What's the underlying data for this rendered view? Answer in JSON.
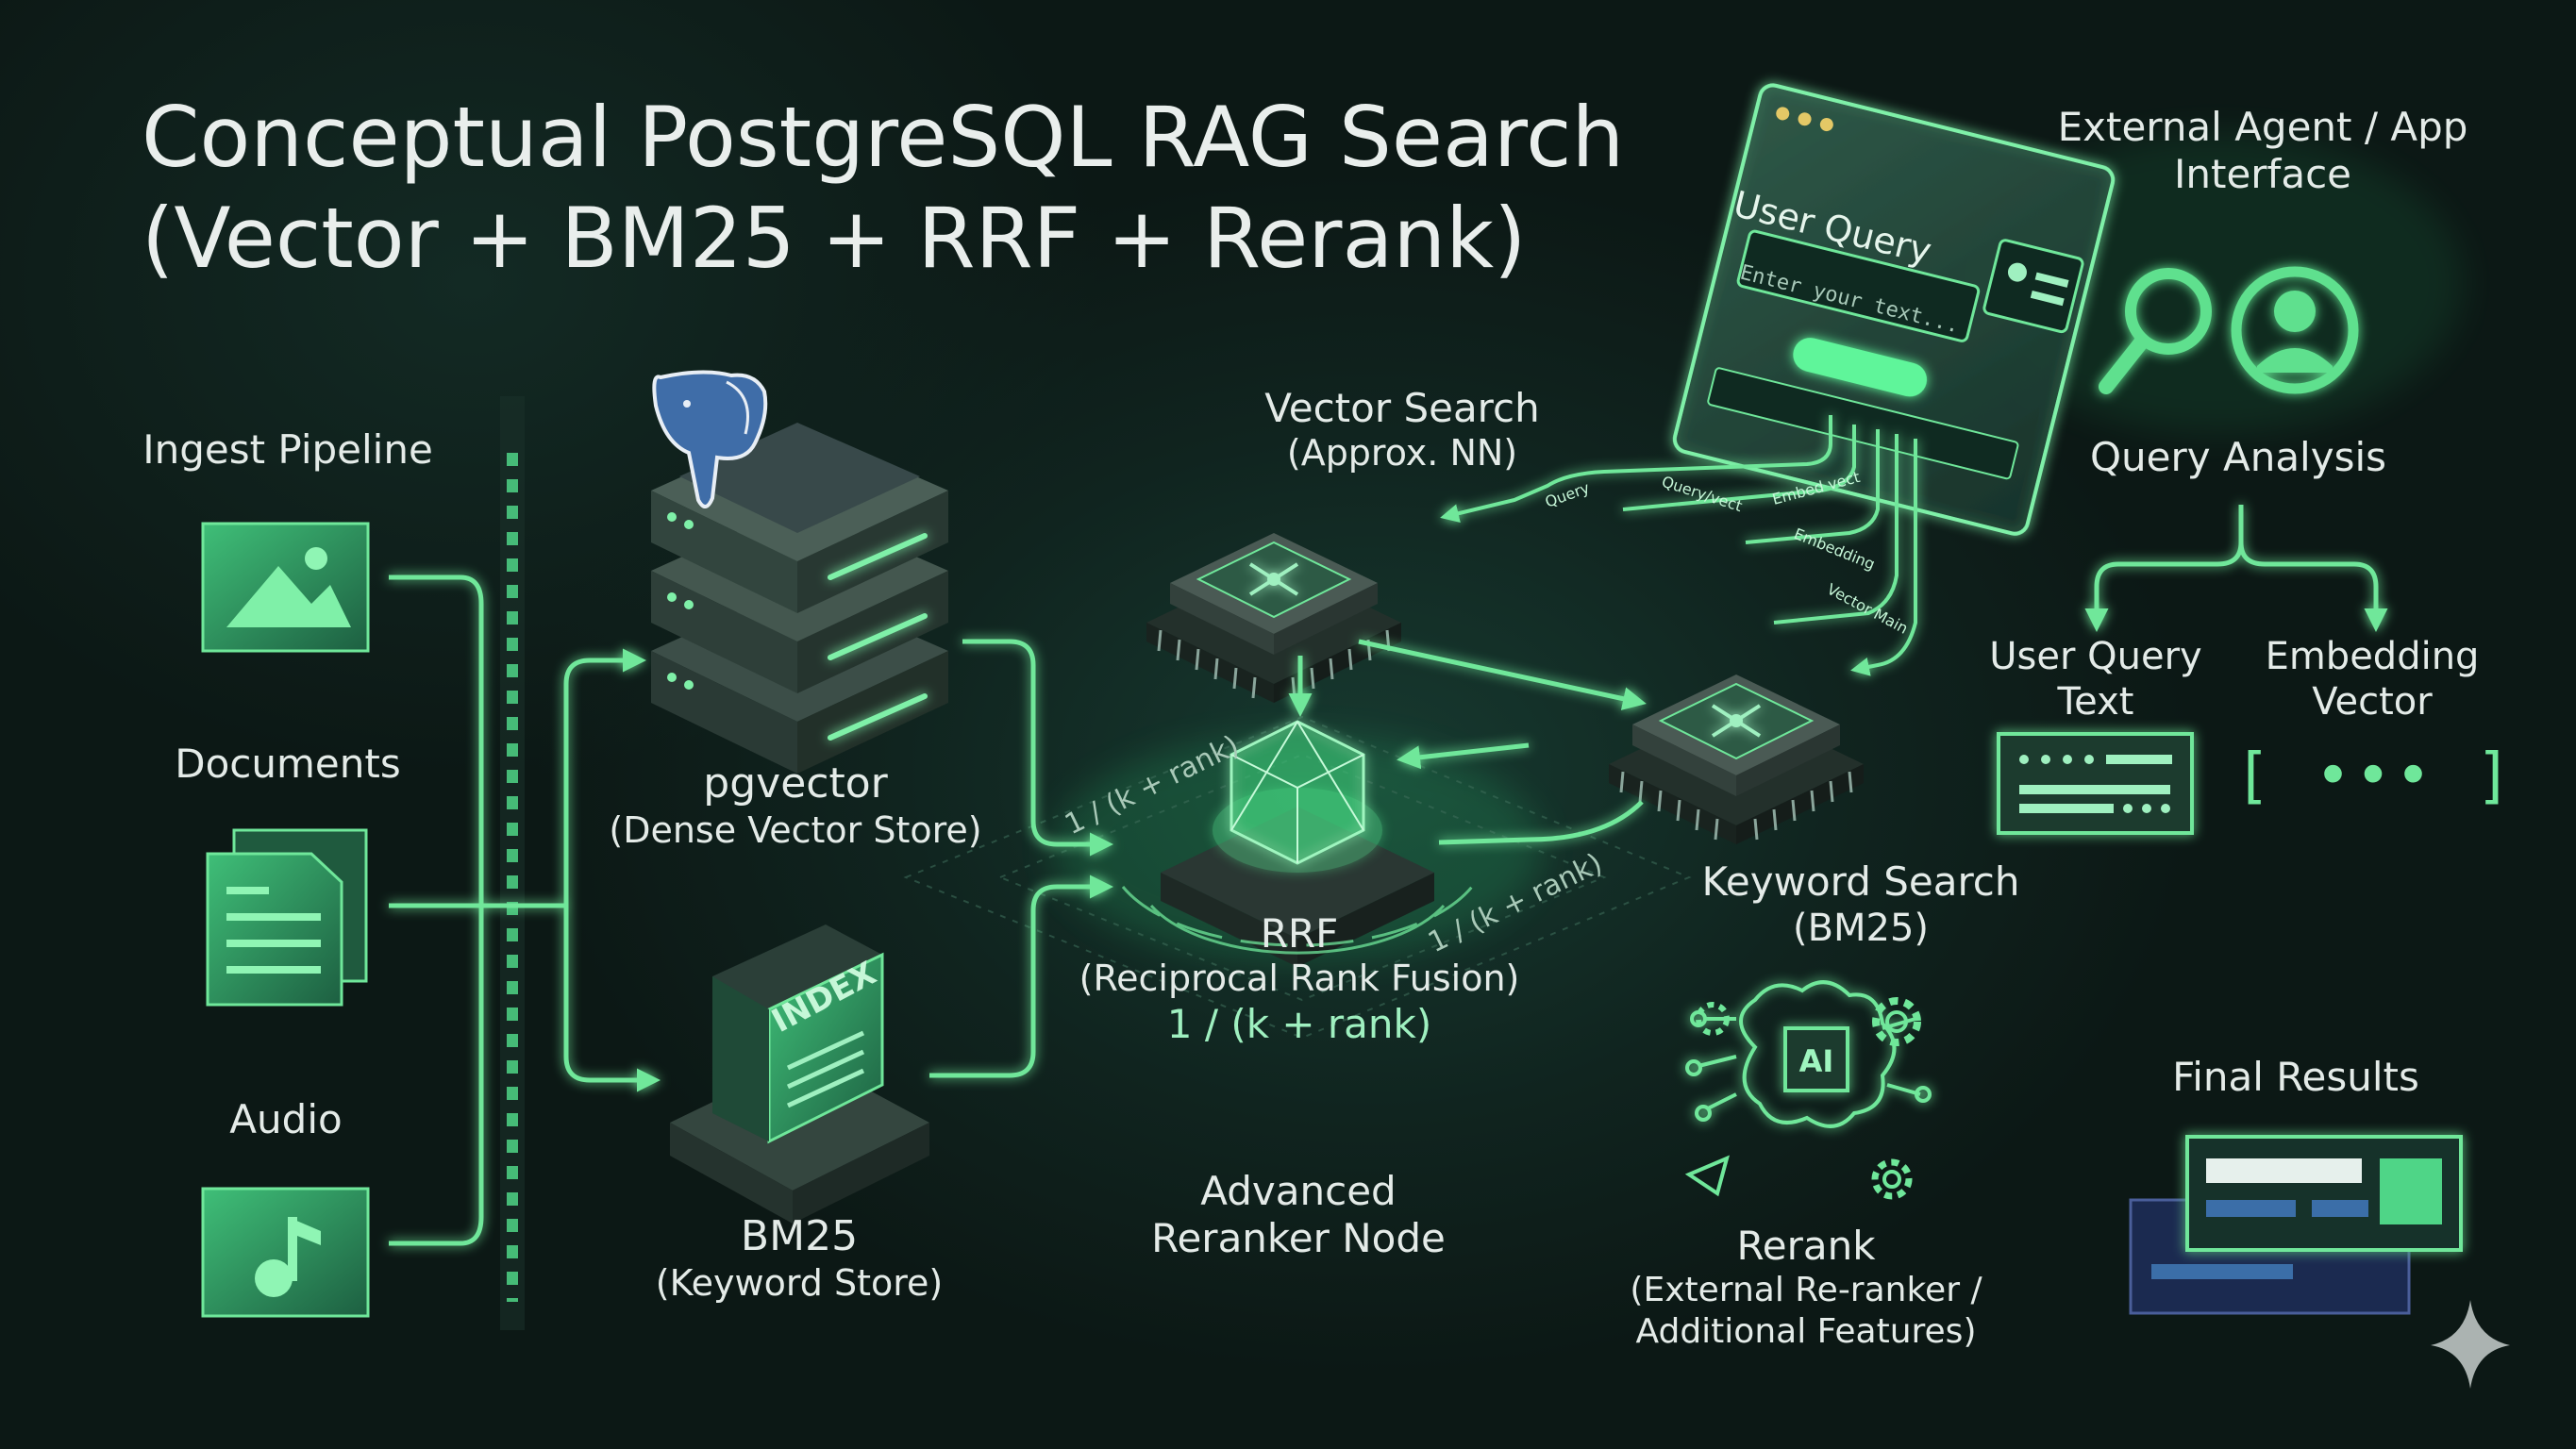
{
  "title": {
    "line1": "Conceptual PostgreSQL RAG Search",
    "line2": "(Vector + BM25 + RRF + Rerank)"
  },
  "ingest": {
    "label": "Ingest Pipeline",
    "documents": "Documents",
    "audio": "Audio"
  },
  "pgvector": {
    "name": "pgvector",
    "desc": "(Dense Vector Store)"
  },
  "bm25_store": {
    "name": "BM25",
    "desc": "(Keyword Store)",
    "book_text": "INDEX"
  },
  "vector_search": {
    "name": "Vector Search",
    "desc": "(Approx. NN)"
  },
  "keyword_search": {
    "name": "Keyword Search",
    "desc": "(BM25)"
  },
  "rrf": {
    "name": "RRF",
    "desc": "(Reciprocal Rank Fusion)",
    "formula": "1 / (k + rank)"
  },
  "reranker_node": {
    "line1": "Advanced",
    "line2": "Reranker Node"
  },
  "rerank": {
    "name": "Rerank",
    "desc1": "(External Re-ranker /",
    "desc2": "Additional Features)",
    "chip": "AI"
  },
  "final_results": "Final Results",
  "user_query_panel": {
    "title": "User Query",
    "placeholder": "Enter your text..."
  },
  "external": {
    "line1": "External Agent / App",
    "line2": "Interface"
  },
  "query_analysis": "Query Analysis",
  "user_query_text": {
    "line1": "User Query",
    "line2": "Text"
  },
  "embedding_vector": {
    "line1": "Embedding",
    "line2": "Vector",
    "glyph": "[ ••• ]"
  },
  "connector_labels": {
    "query": "Query",
    "query_vect": "Query/vect",
    "embed_vect": "Embed vect",
    "embedding": "Embedding",
    "vector_main": "Vector Main"
  },
  "colors": {
    "accent": "#5ee08e",
    "accent_bright": "#8ff5b4",
    "background": "#0c1815",
    "node_dark": "#2a3a35",
    "text": "#e4ebe8"
  },
  "icons": [
    "image-icon",
    "document-icon",
    "music-note-icon",
    "postgresql-elephant-icon",
    "server-stack-icon",
    "index-book-icon",
    "chip-icon",
    "cube-icon",
    "brain-ai-icon",
    "gear-icon",
    "magnifier-icon",
    "user-icon",
    "text-card-icon",
    "results-card-icon",
    "sparkle-icon"
  ]
}
